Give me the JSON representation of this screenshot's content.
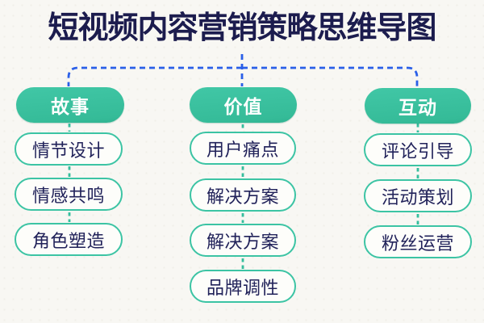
{
  "title": "短视频内容营销策略思维导图",
  "colors": {
    "background": "#f8f7f3",
    "title-text": "#1c1c4e",
    "node-text": "#21225a",
    "node-fill": "#fdfdfa",
    "branch-fill": "#35bb98",
    "branch-text": "#ffffff",
    "item-border": "#3cc4a4",
    "connector-blue": "#2a5fe8",
    "connector-teal": "#35bd9d"
  },
  "branches": [
    {
      "label": "故事",
      "items": [
        "情节设计",
        "情感共鸣",
        "角色塑造"
      ]
    },
    {
      "label": "价值",
      "items": [
        "用户痛点",
        "解决方案",
        "解决方案",
        "品牌调性"
      ]
    },
    {
      "label": "互动",
      "items": [
        "评论引导",
        "活动策划",
        "粉丝运营"
      ]
    }
  ]
}
